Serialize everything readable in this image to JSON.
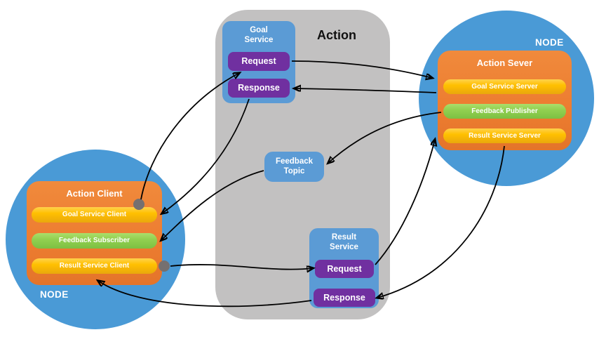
{
  "action_panel": {
    "title": "Action"
  },
  "goal_service": {
    "title": "Goal Service",
    "request_label": "Request",
    "response_label": "Response"
  },
  "feedback_topic": {
    "title": "Feedback Topic"
  },
  "result_service": {
    "title": "Result Service",
    "request_label": "Request",
    "response_label": "Response"
  },
  "client_node": {
    "label": "NODE",
    "box_title": "Action Client",
    "pills": [
      {
        "label": "Goal Service Client",
        "color": "yellow"
      },
      {
        "label": "Feedback Subscriber",
        "color": "green"
      },
      {
        "label": "Result Service Client",
        "color": "yellow"
      }
    ]
  },
  "server_node": {
    "label": "NODE",
    "box_title": "Action Sever",
    "pills": [
      {
        "label": "Goal Service Server",
        "color": "yellow"
      },
      {
        "label": "Feedback Publisher",
        "color": "green"
      },
      {
        "label": "Result Service Server",
        "color": "yellow"
      }
    ]
  },
  "arrows": [
    {
      "name": "goal-client-to-request"
    },
    {
      "name": "request-to-goal-server"
    },
    {
      "name": "goal-server-to-response"
    },
    {
      "name": "response-to-goal-client"
    },
    {
      "name": "feedback-publisher-to-topic"
    },
    {
      "name": "feedback-topic-to-subscriber"
    },
    {
      "name": "result-client-to-request"
    },
    {
      "name": "request-to-result-server"
    },
    {
      "name": "result-server-to-response"
    },
    {
      "name": "response-to-result-client"
    }
  ],
  "colors": {
    "node_circle": "#4a9ad6",
    "panel_gray": "#c2c1c1",
    "service_blue": "#5b9bd5",
    "button_purple": "#7030a0",
    "box_orange": "#ed7d31",
    "pill_yellow": "#ffc000",
    "pill_green": "#92d050",
    "arrow_black": "#000000",
    "dot_gray": "#757070"
  }
}
